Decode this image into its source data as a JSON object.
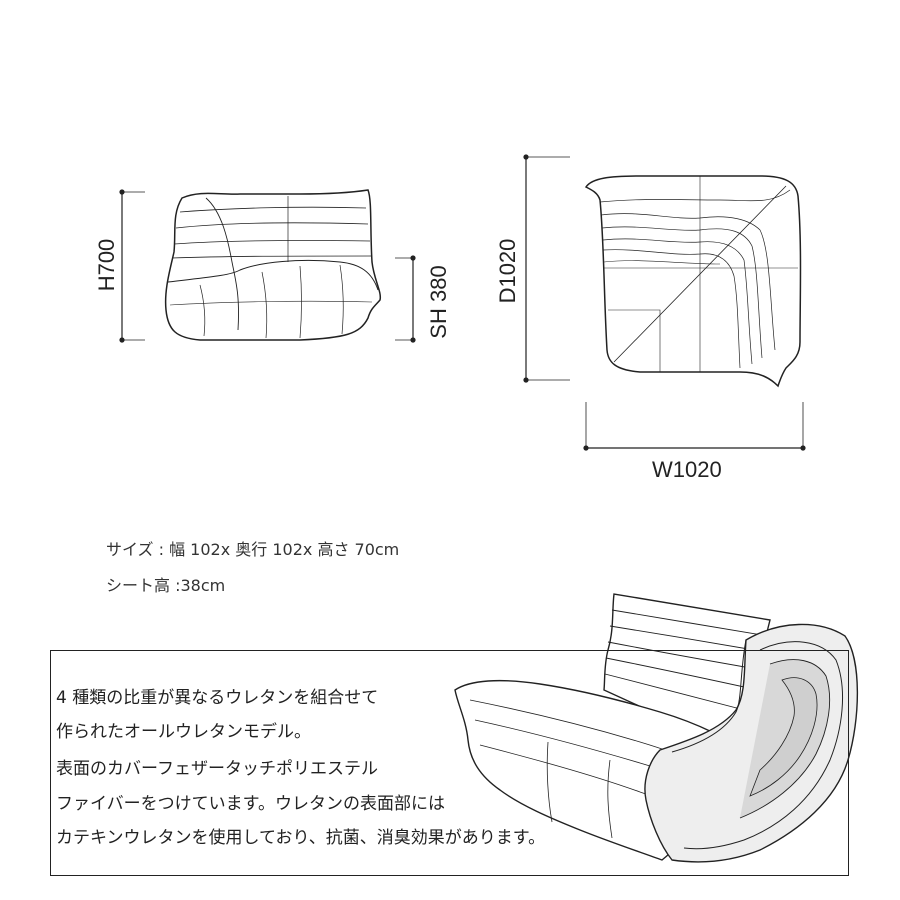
{
  "dimensions": {
    "height_label": "H700",
    "seat_height_label": "SH 380",
    "depth_label": "D1020",
    "width_label": "W1020"
  },
  "specs": {
    "size_line": "サイズ : 幅 102x 奥行 102x 高さ 70cm",
    "seat_line": "シート高 :38cm"
  },
  "description": {
    "lines": [
      "4 種類の比重が異なるウレタンを組合せて",
      "作られたオールウレタンモデル。",
      "表面のカバーフェザータッチポリエステル",
      "ファイバーをつけています。ウレタンの表面部には",
      "カテキンウレタンを使用しており、抗菌、消臭効果があります。"
    ]
  }
}
